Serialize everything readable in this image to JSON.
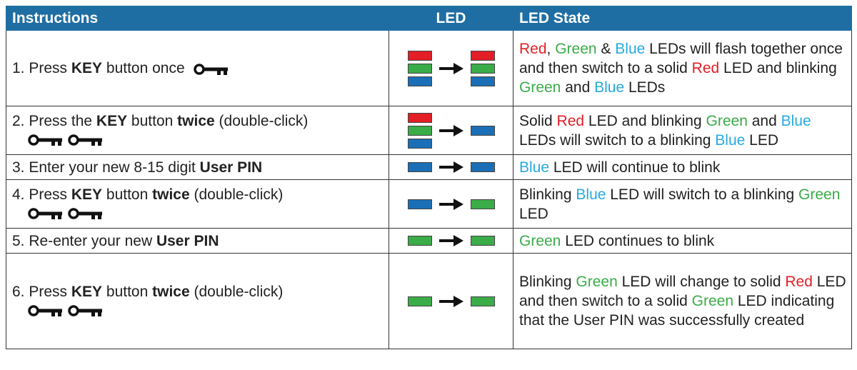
{
  "header": {
    "instructions": "Instructions",
    "led": "LED",
    "led_state": "LED State"
  },
  "rows": [
    {
      "num": "1.",
      "t1": "Press ",
      "b1": "KEY",
      "t2": " button once",
      "state": {
        "r": "Red",
        "c1": ", ",
        "g": "Green",
        "c2": " & ",
        "b": "Blue",
        "c3": " LEDs will flash together once and then switch to a solid ",
        "r2": "Red",
        "c4": " LED and blinking ",
        "g2": "Green",
        "c5": " and ",
        "b2": "Blue",
        "c6": " LEDs"
      }
    },
    {
      "num": "2.",
      "t1": "Press the ",
      "b1": "KEY",
      "t2": " button ",
      "b2": "twice",
      "t3": " (double-click)",
      "state": {
        "c0": "Solid ",
        "r": "Red",
        "c1": " LED and blinking ",
        "g": "Green",
        "c2": " and ",
        "b": "Blue",
        "c3": " LEDs will switch to a blinking ",
        "b2": "Blue",
        "c4": " LED"
      }
    },
    {
      "num": "3.",
      "t1": "Enter your new 8-15 digit ",
      "b1": "User PIN",
      "state": {
        "b": "Blue",
        "c1": " LED will continue to blink"
      }
    },
    {
      "num": "4.",
      "t1": "Press ",
      "b1": "KEY",
      "t2": " button ",
      "b2": "twice",
      "t3": " (double-click)",
      "state": {
        "c0": "Blinking ",
        "b": "Blue",
        "c1": " LED will switch to a blinking ",
        "g": "Green",
        "c2": " LED"
      }
    },
    {
      "num": "5.",
      "t1": "Re-enter your new ",
      "b1": "User PIN",
      "state": {
        "g": "Green",
        "c1": " LED continues to blink"
      }
    },
    {
      "num": "6.",
      "t1": "Press ",
      "b1": "KEY",
      "t2": " button ",
      "b2": "twice",
      "t3": " (double-click)",
      "state": {
        "c0": "Blinking ",
        "g": "Green",
        "c1": " LED will change to solid ",
        "r": "Red",
        "c2": " LED and then switch to a solid ",
        "g2": "Green",
        "c3": " LED indicating that the User PIN was successfully created"
      }
    }
  ],
  "icons": {
    "key": "key-icon",
    "arrow": "right-arrow-icon"
  },
  "colors": {
    "header_bg": "#1f6ea3",
    "red_led": "#e31e26",
    "green_led": "#3aac48",
    "blue_led": "#1b6fb6",
    "blue_text": "#27a9e1"
  }
}
